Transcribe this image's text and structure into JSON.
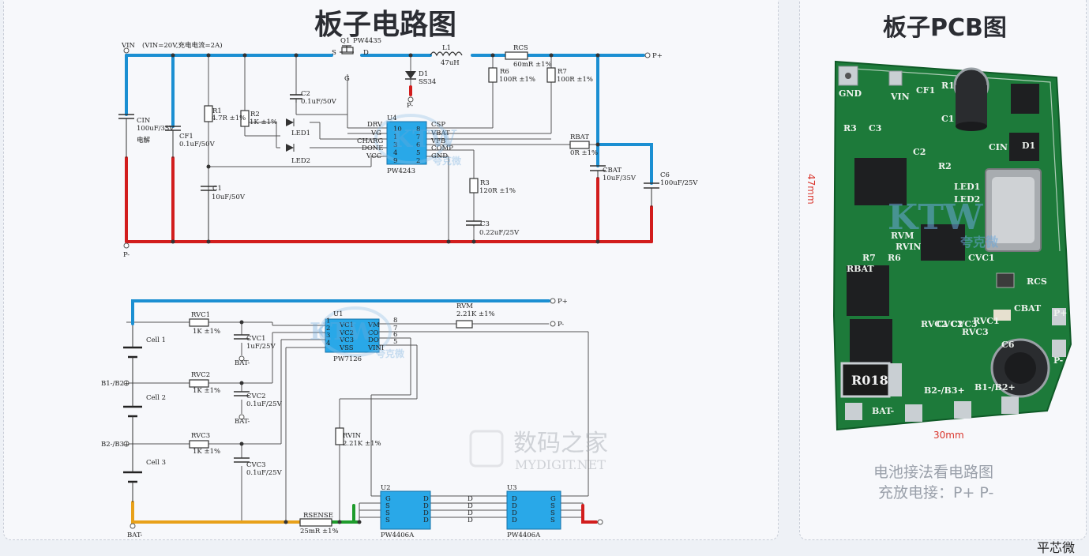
{
  "left_panel": {
    "title": "板子电路图",
    "top": {
      "vin": "VIN",
      "vin_note": "(VIN=20V,充电电流=2A)",
      "q1": "Q1",
      "q1_part": "PW4435",
      "s": "S",
      "d": "D",
      "g": "G",
      "l1": "L1",
      "l1_val": "47uH",
      "rcs": "RCS",
      "rcs_val": "60mR ±1%",
      "pplus": "P+",
      "pminus": "P-",
      "d1": "D1",
      "d1_part": "SS34",
      "d1_pm": "P-",
      "r6": "R6",
      "r6_val": "100R ±1%",
      "r7": "R7",
      "r7_val": "100R ±1%",
      "cin": "CIN",
      "cin_val": "100uF/35V",
      "cin_type": "电解",
      "cf1": "CF1",
      "cf1_val": "0.1uF/50V",
      "r1": "R1",
      "r1_val": "4.7R ±1%",
      "r2": "R2",
      "r2_val": "1K ±1%",
      "c2": "C2",
      "c2_val": "0.1uF/50V",
      "led1": "LED1",
      "led2": "LED2",
      "u4": "U4",
      "u4_part": "PW4243",
      "u4_left": [
        "DRV",
        "VG",
        "CHARG",
        "DONE",
        "VCC"
      ],
      "u4_left_num": [
        "10",
        "1",
        "3",
        "4",
        "9"
      ],
      "u4_right": [
        "CSP",
        "VBAT",
        "VFB",
        "COMP",
        "GND"
      ],
      "u4_right_num": [
        "8",
        "7",
        "6",
        "5",
        "2"
      ],
      "rbat": "RBAT",
      "rbat_val": "0R ±1%",
      "cbat": "CBAT",
      "cbat_val": "10uF/35V",
      "c6": "C6",
      "c6_val": "100uF/25V",
      "r3": "R3",
      "r3_val": "120R ±1%",
      "c3": "C3",
      "c3_val": "0.22uF/25V",
      "c1": "C1",
      "c1_val": "10uF/50V"
    },
    "bottom": {
      "u1": "U1",
      "u1_part": "PW7126",
      "u1_left": [
        "VC1",
        "VC2",
        "VC3",
        "VSS"
      ],
      "u1_left_num": [
        "1",
        "2",
        "3",
        "4"
      ],
      "u1_right": [
        "VM",
        "CO",
        "DO",
        "VINI"
      ],
      "u1_right_num": [
        "8",
        "7",
        "6",
        "5"
      ],
      "rvm": "RVM",
      "rvm_val": "2.21K ±1%",
      "pplus": "P+",
      "pminus": "P-",
      "rvc1": "RVC1",
      "rvc1_val": "1K ±1%",
      "cvc1": "CVC1",
      "cvc1_val": "1uF/25V",
      "bat1": "BAT-",
      "cell1": "Cell 1",
      "b1b2": "B1-/B2+",
      "rvc2": "RVC2",
      "rvc2_val": "1K ±1%",
      "cvc2": "CVC2",
      "cvc2_val": "0.1uF/25V",
      "bat2": "BAT-",
      "cell2": "Cell 2",
      "b2b3": "B2-/B3+",
      "rvc3": "RVC3",
      "rvc3_val": "1K ±1%",
      "cvc3": "CVC3",
      "cvc3_val": "0.1uF/25V",
      "cell3": "Cell 3",
      "rvin": "RVIN",
      "rvin_val": "2.21K ±1%",
      "rsense": "RSENSE",
      "rsense_val": "25mR ±1%",
      "batm": "BAT-",
      "u2": "U2",
      "u2_part": "PW4406A",
      "u3": "U3",
      "u3_part": "PW4406A",
      "gsss": [
        "G",
        "S",
        "S",
        "S"
      ],
      "dddd": [
        "D",
        "D",
        "D",
        "D"
      ]
    },
    "watermark": {
      "brand": "KTW",
      "cn": "夸克微",
      "site_cn": "数码之家",
      "site_en": "MYDIGIT.NET"
    }
  },
  "right_panel": {
    "title": "板子PCB图",
    "dim_width": "30mm",
    "dim_height": "47mm",
    "silk": [
      "GND",
      "CF1",
      "VIN",
      "R1",
      "C1",
      "CIN",
      "R3",
      "C3",
      "C2",
      "R2",
      "D1",
      "LED1",
      "LED2",
      "RVM",
      "RVIN",
      "R6",
      "R7",
      "RBAT",
      "CVC1",
      "RCS",
      "CBAT",
      "C6",
      "RVC1",
      "RVC2",
      "CVC2",
      "CVC3",
      "RVC3",
      "R018",
      "B2-/B3+",
      "B1-/B2+",
      "BAT-",
      "P+",
      "P-"
    ],
    "caption_line1": "电池接法看电路图",
    "caption_line2": "充放电接：P+ P-"
  },
  "corner_text": "平芯微",
  "colors": {
    "blue": "#1b8fd2",
    "red": "#d21d1d",
    "yellow": "#e8a11a",
    "green": "#1e9c2c",
    "chip": "#29a8e8",
    "pcb": "#1d7a3a"
  }
}
